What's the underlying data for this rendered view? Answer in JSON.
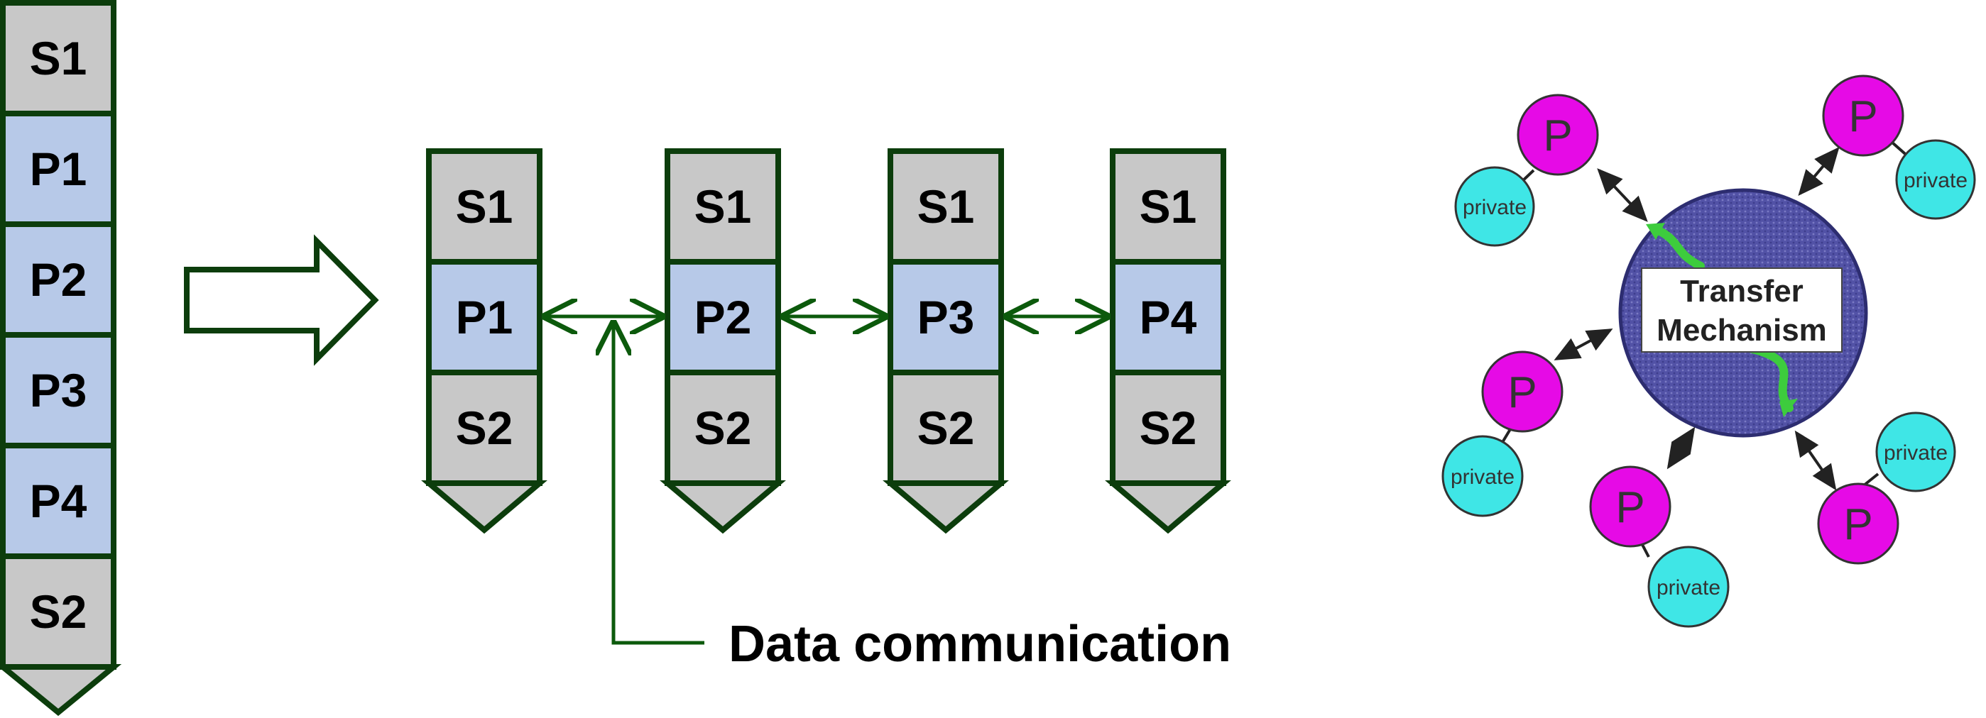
{
  "colors": {
    "border": "#0c3d0c",
    "serial_fill": "#c8c8c8",
    "parallel_fill": "#b7c9e8",
    "arrow": "#0c5a0c",
    "node_p": "#e60ae6",
    "node_private": "#3fe6e6",
    "mechanism": "#5252a6"
  },
  "sequential": {
    "cells": [
      "S1",
      "P1",
      "P2",
      "P3",
      "P4",
      "S2"
    ]
  },
  "parallel": {
    "columns": [
      {
        "cells": [
          "S1",
          "P1",
          "S2"
        ]
      },
      {
        "cells": [
          "S1",
          "P2",
          "S2"
        ]
      },
      {
        "cells": [
          "S1",
          "P3",
          "S2"
        ]
      },
      {
        "cells": [
          "S1",
          "P4",
          "S2"
        ]
      }
    ],
    "caption": "Data communication"
  },
  "network": {
    "center": {
      "line1": "Transfer",
      "line2": "Mechanism"
    },
    "processes": [
      {
        "label": "P",
        "private_label": "private"
      },
      {
        "label": "P",
        "private_label": "private"
      },
      {
        "label": "P",
        "private_label": "private"
      },
      {
        "label": "P",
        "private_label": "private"
      },
      {
        "label": "P",
        "private_label": "private"
      }
    ]
  }
}
